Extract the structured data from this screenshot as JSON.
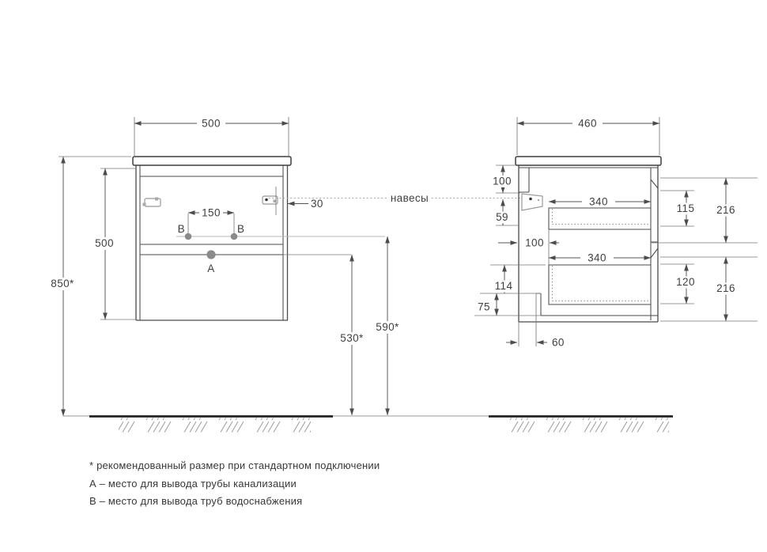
{
  "front_view": {
    "width": "500",
    "height": "500",
    "mounting_height": "850*",
    "holes_spacing": "150",
    "hanger_offset": "30",
    "siphon_outlet_height": "530*",
    "water_outlet_height": "590*",
    "hole_a_label": "А",
    "hole_b_left_label": "В",
    "hole_b_right_label": "В"
  },
  "side_view": {
    "depth": "460",
    "top_inset": "100",
    "hanger_drop": "59",
    "back_clearance": "100",
    "drawer_top_depth": "340",
    "drawer_bottom_depth": "340",
    "drawer_top_inner_height": "115",
    "drawer_top_front_height": "216",
    "drawer_bottom_inner_height": "120",
    "drawer_bottom_front_height": "216",
    "bottom_section_height": "114",
    "plinth_height": "75",
    "back_offset": "60"
  },
  "annotations": {
    "hangers_label": "навесы"
  },
  "notes": {
    "line1": "* рекомендованный размер при стандартном подключении",
    "line2": "А – место для вывода трубы канализации",
    "line3": "В – место для вывода труб водоснабжения"
  },
  "colors": {
    "structure_line": "#4a4a4a",
    "dimension_line": "#555555",
    "text": "#3f3f3f",
    "light_line": "#b9b9b9",
    "floor_line": "#222222",
    "hatch": "#999999",
    "hole_fill": "#8b8b8b"
  }
}
